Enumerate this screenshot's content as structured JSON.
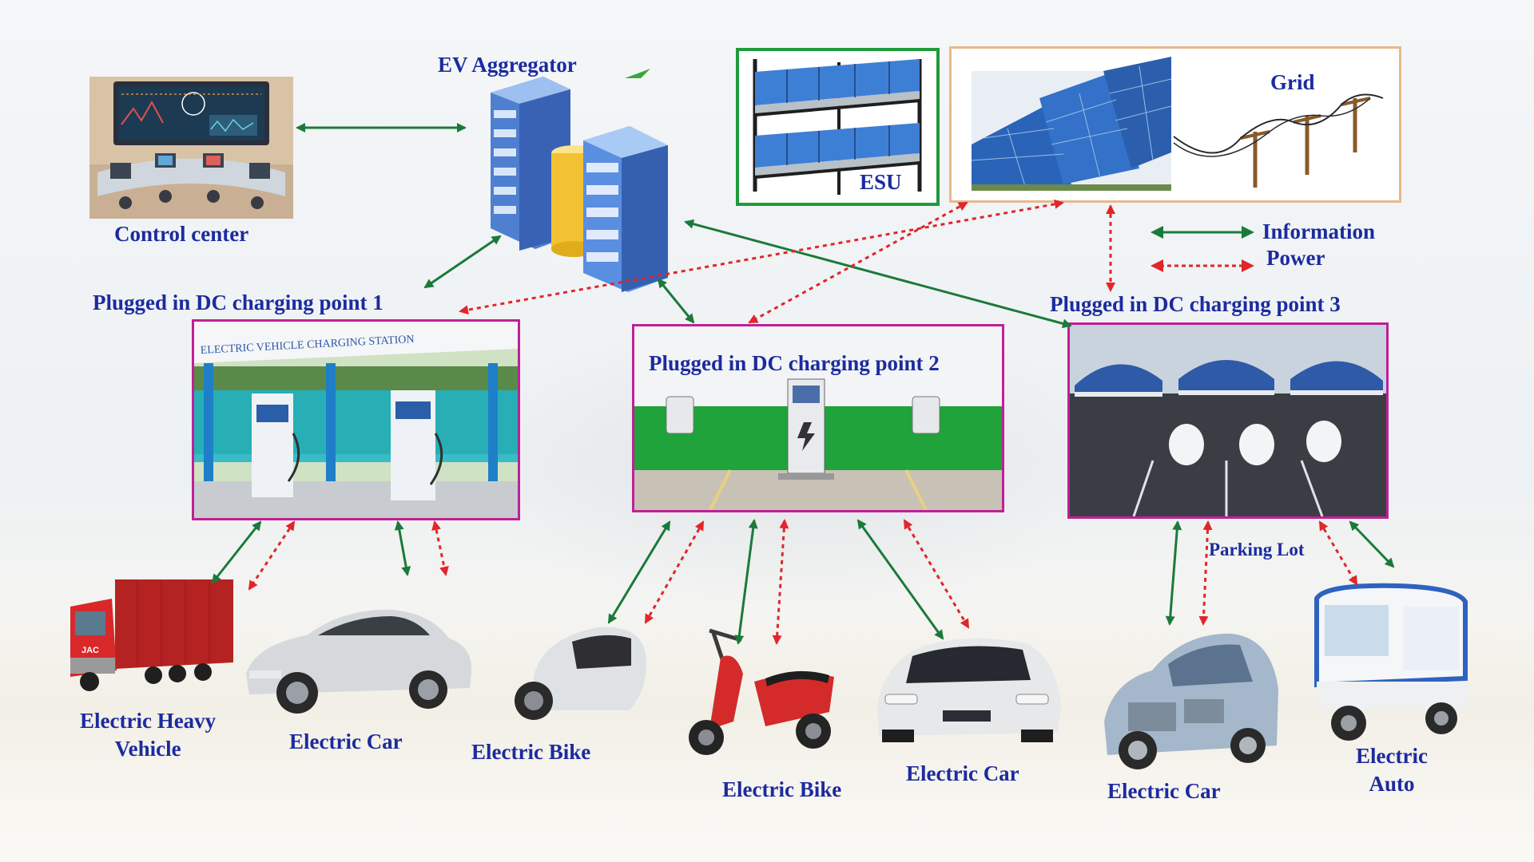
{
  "title": "",
  "nodes": {
    "control_center": {
      "label": "Control center"
    },
    "ev_aggregator": {
      "label": "EV Aggregator"
    },
    "esu": {
      "label": "ESU"
    },
    "grid": {
      "label": "Grid"
    },
    "cp1": {
      "label": "Plugged in DC charging point 1",
      "sign": "ELECTRIC VEHICLE CHARGING STATION"
    },
    "cp2": {
      "label": "Plugged in DC charging point 2"
    },
    "cp3": {
      "label": "Plugged in DC charging point 3"
    },
    "parking_lot": {
      "label": "Parking Lot"
    }
  },
  "legend": {
    "information": {
      "label": "Information",
      "color": "#1b7a3a",
      "style": "solid"
    },
    "power": {
      "label": "Power",
      "color": "#e0262a",
      "style": "dotted"
    }
  },
  "vehicles": [
    {
      "id": "heavy",
      "line1": "Electric Heavy",
      "line2": "Vehicle"
    },
    {
      "id": "car1",
      "line1": "Electric Car",
      "line2": ""
    },
    {
      "id": "bike1",
      "line1": "Electric Bike",
      "line2": ""
    },
    {
      "id": "bike2",
      "line1": "Electric Bike",
      "line2": ""
    },
    {
      "id": "car2",
      "line1": "Electric Car",
      "line2": ""
    },
    {
      "id": "car3",
      "line1": "Electric Car",
      "line2": ""
    },
    {
      "id": "auto",
      "line1": "Electric",
      "line2": "Auto"
    }
  ],
  "truck_brand": "JAC",
  "colors": {
    "label_text": "#1c2b9e",
    "info_arrow": "#1b7a3a",
    "power_arrow": "#e0262a",
    "charging_frame": "#c01f96",
    "esu_frame": "#1f9a3c",
    "grid_frame": "#e7b98c"
  }
}
